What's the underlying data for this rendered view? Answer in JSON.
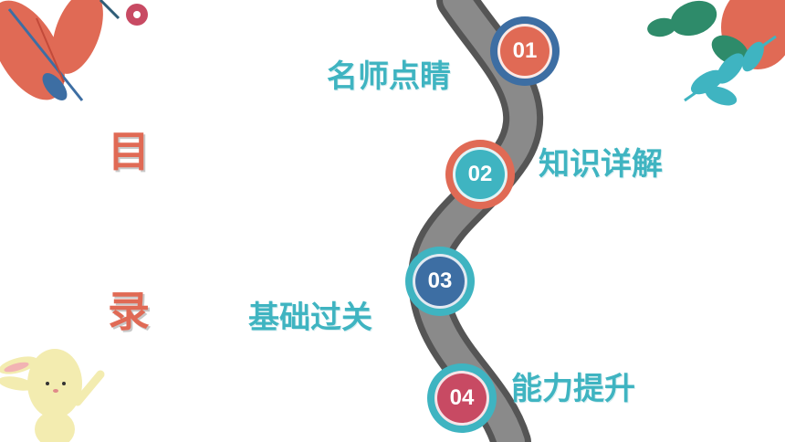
{
  "title": {
    "char1": "目",
    "char2": "录"
  },
  "items": [
    {
      "number": "01",
      "label": "名师点睛",
      "color": "#e06a55",
      "ring": "#3d6ea3"
    },
    {
      "number": "02",
      "label": "知识详解",
      "color": "#3fb4c1",
      "ring": "#e06a55"
    },
    {
      "number": "03",
      "label": "基础过关",
      "color": "#3d6ea3",
      "ring": "#3fb4c1"
    },
    {
      "number": "04",
      "label": "能力提升",
      "color": "#c84a63",
      "ring": "#3fb4c1"
    }
  ],
  "colors": {
    "accent_red": "#e06a55",
    "accent_teal": "#3fb4c1",
    "road": "#6e6e6e"
  }
}
